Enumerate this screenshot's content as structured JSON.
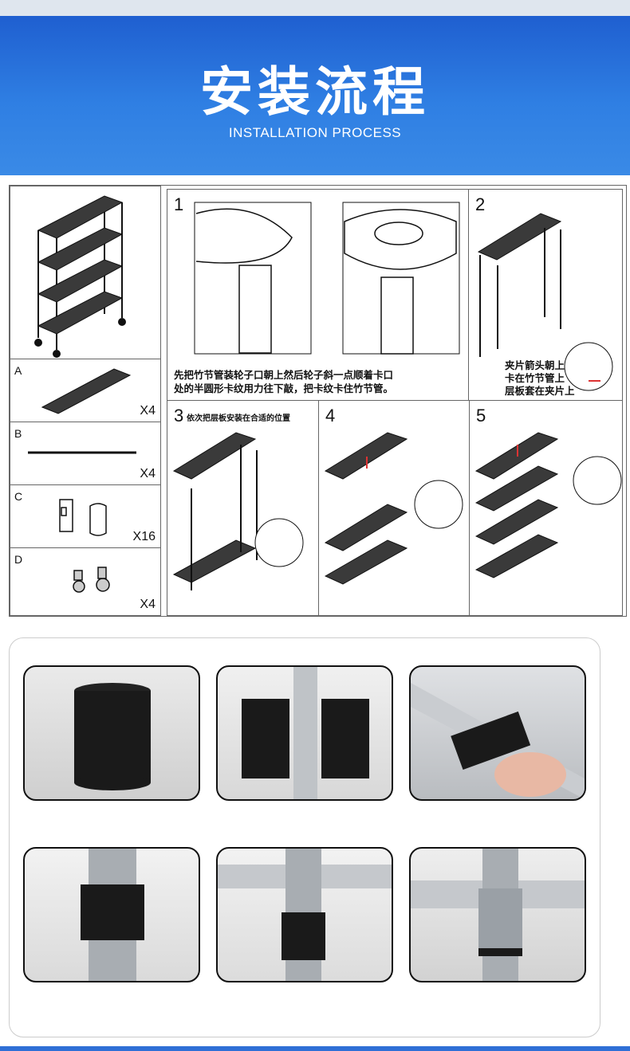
{
  "banner": {
    "title": "安装流程",
    "subtitle": "INSTALLATION PROCESS"
  },
  "parts": [
    {
      "letter": "A",
      "qty": "X4"
    },
    {
      "letter": "B",
      "qty": "X4"
    },
    {
      "letter": "C",
      "qty": "X16"
    },
    {
      "letter": "D",
      "qty": "X4"
    }
  ],
  "steps": {
    "s1": {
      "number": "1",
      "caption_line1": "先把竹节管装轮子口朝上然后轮子斜一点顺着卡口",
      "caption_line2": "处的半圆形卡纹用力往下敲，把卡纹卡住竹节管。"
    },
    "s2": {
      "number": "2",
      "caption_line1": "夹片箭头朝上",
      "caption_line2": "卡在竹节管上",
      "caption_line3": "层板套在夹片上"
    },
    "s3": {
      "number": "3",
      "caption": "依次把层板安装在合适的位置"
    },
    "s4": {
      "number": "4"
    },
    "s5": {
      "number": "5"
    }
  },
  "photo_icons": [
    "black-sleeve-clip",
    "split-clip-on-pole",
    "hand-fitting-clip",
    "clip-on-chrome-pole",
    "shelf-on-clip",
    "shelf-collar-seated"
  ]
}
